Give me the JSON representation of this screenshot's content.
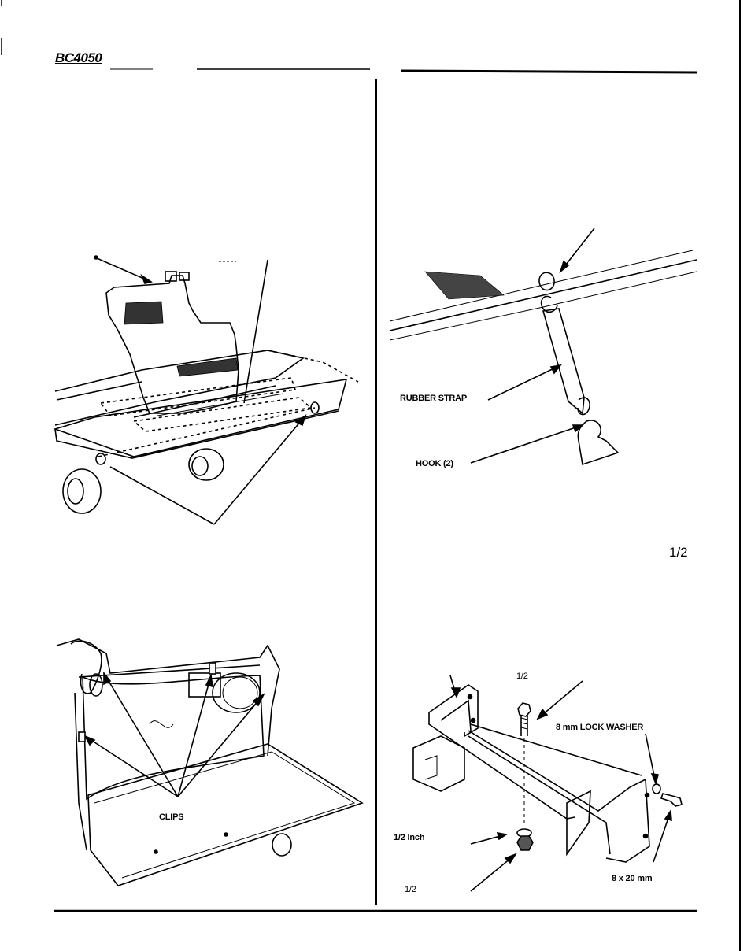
{
  "header": {
    "model": "BC4050"
  },
  "labels": {
    "rubber_strap": "RUBBER STRAP",
    "hook": "HOOK (2)",
    "clips": "CLIPS",
    "half_right": "1/2",
    "bolt_half": "1/2",
    "lock_washer": "8 mm LOCK WASHER",
    "half_inch": "1/2 Inch",
    "screw": "8 x 20 mm",
    "nut_half": "1/2"
  },
  "colors": {
    "ink": "#000000",
    "paper": "#ffffff"
  }
}
